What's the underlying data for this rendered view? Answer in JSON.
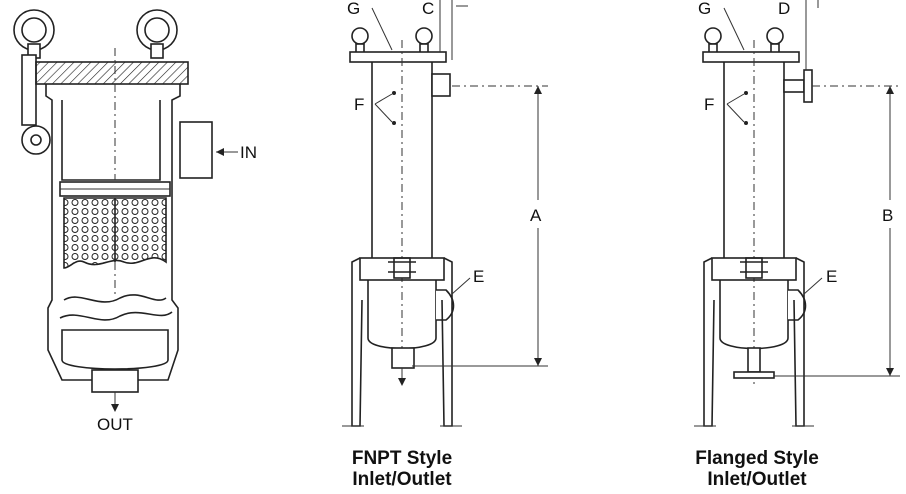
{
  "labels": {
    "inlet": "IN",
    "outlet": "OUT",
    "dim_a": "A",
    "dim_b": "B",
    "dim_c": "C",
    "dim_d": "D",
    "dim_e": "E",
    "dim_f": "F",
    "dim_g": "G"
  },
  "captions": {
    "fnpt_line1": "FNPT Style",
    "fnpt_line2": "Inlet/Outlet",
    "flanged_line1": "Flanged Style",
    "flanged_line2": "Inlet/Outlet"
  }
}
